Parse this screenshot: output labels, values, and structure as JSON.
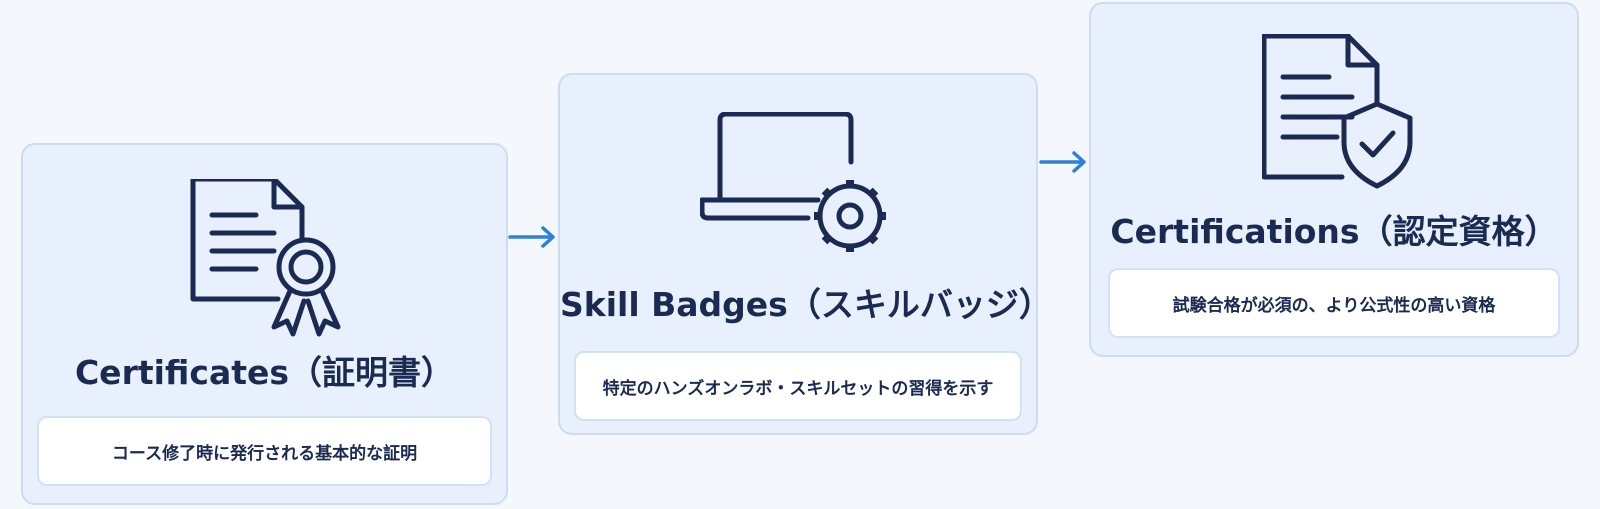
{
  "steps": [
    {
      "title": "Certificates（証明書）",
      "description": "コース修了時に発行される基本的な証明",
      "icon": "certificate-document-ribbon-icon"
    },
    {
      "title": "Skill Badges（スキルバッジ）",
      "description": "特定のハンズオンラボ・スキルセットの習得を示す",
      "icon": "laptop-gear-icon"
    },
    {
      "title": "Certifications（認定資格）",
      "description": "試験合格が必須の、より公式性の高い資格",
      "icon": "document-shield-check-icon"
    }
  ],
  "colors": {
    "background": "#f4f7fc",
    "card_fill": "#e7f0fc",
    "card_border": "#cbdcf4",
    "text": "#1a2a52",
    "icon_stroke": "#1a2a52",
    "arrow": "#2f80d9"
  }
}
